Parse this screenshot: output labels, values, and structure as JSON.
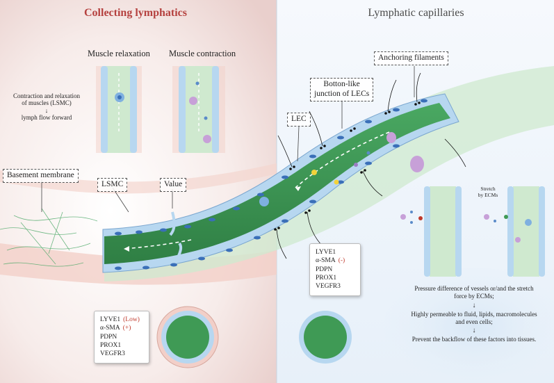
{
  "titles": {
    "left": "Collecting lymphatics",
    "right": "Lymphatic capillaries"
  },
  "panels": {
    "relaxation": "Muscle relaxation",
    "contraction": "Muscle contraction"
  },
  "lsmc_note": {
    "line1": "Contraction and relaxation",
    "line2": "of muscles (LSMC)",
    "arrow": "↓",
    "line3": "lymph flow forward"
  },
  "labels": {
    "basement_membrane": "Basement membrane",
    "lsmc": "LSMC",
    "valve": "Value",
    "lec": "LEC",
    "button_junction_1": "Botton-like",
    "button_junction_2": "junction of LECs",
    "anchoring_filaments": "Anchoring  filaments",
    "stretch_1": "Stretch",
    "stretch_2": "by ECMs"
  },
  "markers_collecting": [
    {
      "name": "LYVE1",
      "note": "(Low)"
    },
    {
      "name": "α-SMA",
      "note": "(+)"
    },
    {
      "name": "PDPN",
      "note": ""
    },
    {
      "name": "PROX1",
      "note": ""
    },
    {
      "name": "VEGFR3",
      "note": ""
    }
  ],
  "markers_capillary": [
    {
      "name": "LYVE1",
      "note": ""
    },
    {
      "name": "α-SMA",
      "note": "(-)"
    },
    {
      "name": "PDPN",
      "note": ""
    },
    {
      "name": "PROX1",
      "note": ""
    },
    {
      "name": "VEGFR3",
      "note": ""
    }
  ],
  "capillary_info": {
    "line1": "Pressure difference of vessels or/and the stretch",
    "line2": "force by ECMs;",
    "line3": "Highly permeable to fluid, lipids, macromolecules",
    "line4": "and even cells;",
    "line5": "Prevent the backflow of these factors into tissues."
  },
  "colors": {
    "collecting_accent": "#b5413f",
    "lumen": "#3f9a55",
    "endothelial_cell": "#b7d7f0",
    "nucleus": "#3a6fb8",
    "muscle_cell": "#f1c8be",
    "tissue_left": "#f5e4e3",
    "tissue_right": "#eaf2fa",
    "marker_highlight": "#c0392b"
  }
}
